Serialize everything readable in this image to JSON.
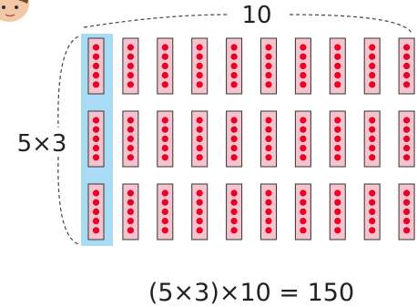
{
  "diagram": {
    "top_label": "10",
    "side_label": "5×3",
    "equation": "(5×3)×10 = 150",
    "columns": 10,
    "rows": 3,
    "dots_per_card": 5,
    "highlighted_column": 1
  },
  "colors": {
    "card_fill": "#f6c3cc",
    "card_stroke": "#333333",
    "dot": "#e60026",
    "highlight": "#a9dcf4",
    "bracket": "#444444",
    "text": "#222222"
  },
  "icons": {
    "corner": "character-face-icon"
  }
}
